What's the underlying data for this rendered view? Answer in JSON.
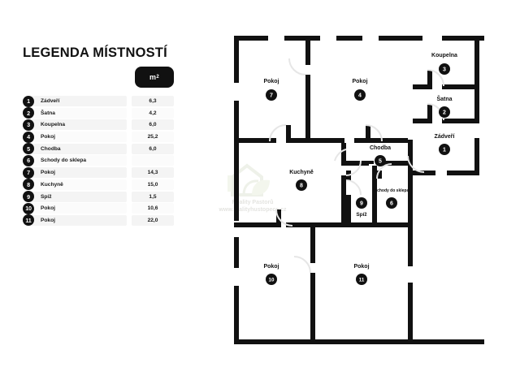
{
  "legend": {
    "title": "LEGENDA MÍSTNOSTÍ",
    "unit_label": "m",
    "unit_sup": "2",
    "rows": [
      {
        "num": "1",
        "name": "Zádveří",
        "area": "6,3"
      },
      {
        "num": "2",
        "name": "Šatna",
        "area": "4,2"
      },
      {
        "num": "3",
        "name": "Koupelna",
        "area": "6,0"
      },
      {
        "num": "4",
        "name": "Pokoj",
        "area": "25,2"
      },
      {
        "num": "5",
        "name": "Chodba",
        "area": "6,0"
      },
      {
        "num": "6",
        "name": "Schody do sklepa",
        "area": ""
      },
      {
        "num": "7",
        "name": "Pokoj",
        "area": "14,3"
      },
      {
        "num": "8",
        "name": "Kuchyně",
        "area": "15,0"
      },
      {
        "num": "9",
        "name": "Spíž",
        "area": "1,5"
      },
      {
        "num": "10",
        "name": "Pokoj",
        "area": "10,6"
      },
      {
        "num": "11",
        "name": "Pokoj",
        "area": "22,0"
      }
    ]
  },
  "floorplan": {
    "rooms": [
      {
        "id": "pokoj-7",
        "label": "Pokoj",
        "num": "7"
      },
      {
        "id": "pokoj-4",
        "label": "Pokoj",
        "num": "4"
      },
      {
        "id": "koupelna-3",
        "label": "Koupelna",
        "num": "3"
      },
      {
        "id": "satna-2",
        "label": "Šatna",
        "num": "2"
      },
      {
        "id": "zadveri-1",
        "label": "Zádveří",
        "num": "1"
      },
      {
        "id": "chodba-5",
        "label": "Chodba",
        "num": "5"
      },
      {
        "id": "kuchyne-8",
        "label": "Kuchyně",
        "num": "8"
      },
      {
        "id": "spiz-9",
        "label": "Spíž",
        "num": "9"
      },
      {
        "id": "schody-do-sklepa-6",
        "label": "Schody do sklepa",
        "num": "6"
      },
      {
        "id": "pokoj-10",
        "label": "Pokoj",
        "num": "10"
      },
      {
        "id": "pokoj-11",
        "label": "Pokoj",
        "num": "11"
      }
    ]
  },
  "watermark": {
    "line1": "Reality Pastorů",
    "line2": "www.realityhustopece.cz"
  },
  "colors": {
    "wall": "#111111",
    "background": "#ffffff",
    "row_stripe": "#f4f4f4",
    "bullet": "#111111",
    "text": "#1a1a1a",
    "watermark": "#c9c9c2"
  }
}
